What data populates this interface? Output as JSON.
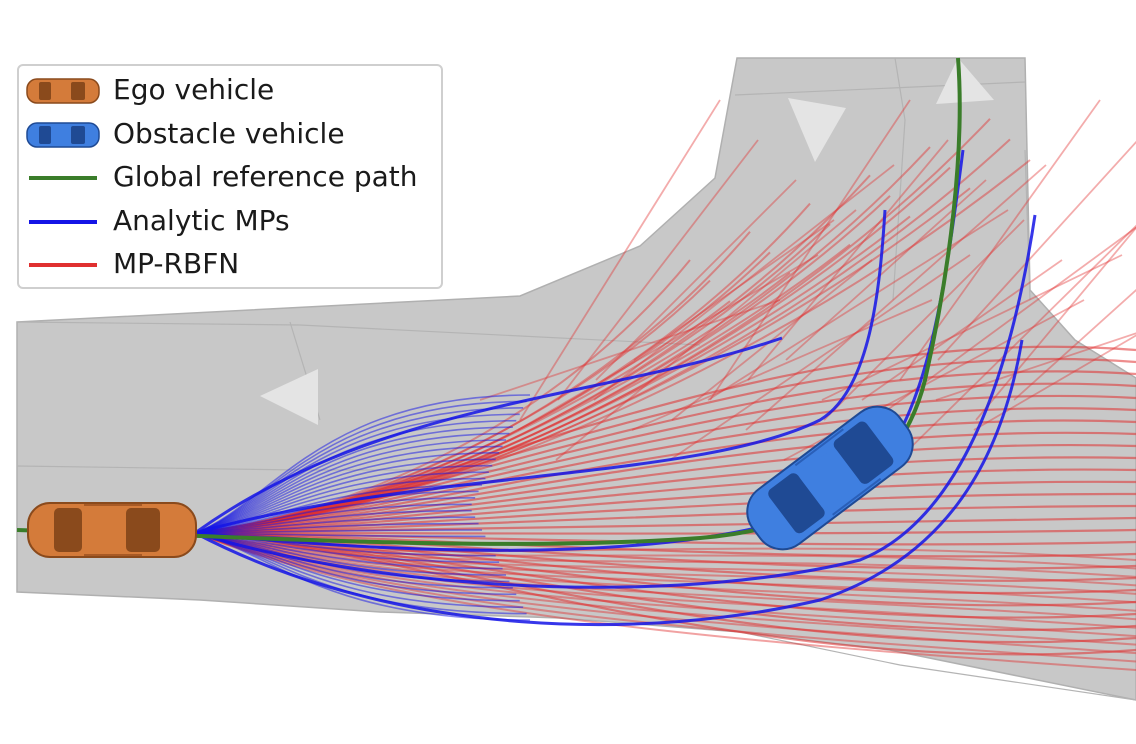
{
  "legend": {
    "items": [
      {
        "label": "Ego vehicle",
        "kind": "car",
        "color": "#d47b3a"
      },
      {
        "label": "Obstacle vehicle",
        "kind": "car",
        "color": "#3f7fe0"
      },
      {
        "label": "Global reference path",
        "kind": "line",
        "color": "#3a7d2a"
      },
      {
        "label": "Analytic MPs",
        "kind": "line",
        "color": "#1414e6"
      },
      {
        "label": "MP-RBFN",
        "kind": "line",
        "color": "#e03030"
      }
    ]
  },
  "colors": {
    "road": "#c8c8c8",
    "road_edge": "#b0b0b0",
    "lane_marking": "#e8e8e8",
    "ego_body": "#d47b3a",
    "ego_dark": "#8a4a1c",
    "obstacle_body": "#3f7fe0",
    "obstacle_dark": "#1f4a94",
    "reference_path": "#3a7d2a",
    "analytic_mps": "#1414e6",
    "mp_rbfn": "#e03030"
  }
}
